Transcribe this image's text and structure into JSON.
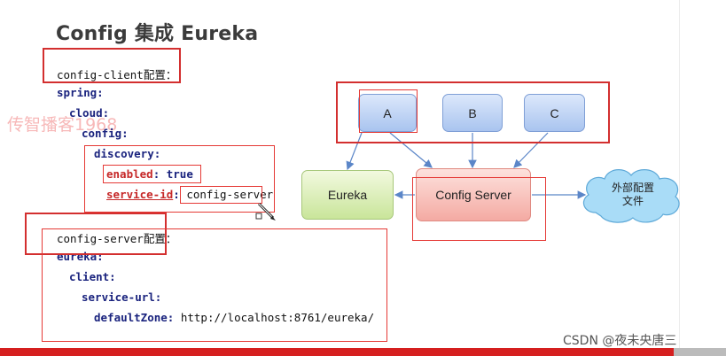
{
  "title": "Config 集成 Eureka",
  "watermark": "传智播客1968",
  "client_block": {
    "heading": "config-client配置：",
    "lines": [
      "spring:",
      "cloud:",
      "config:",
      "discovery:"
    ],
    "enabled_key": "enabled",
    "enabled_val": "true",
    "service_id_key": "service-id",
    "service_id_val": "config-server"
  },
  "server_block": {
    "heading": "config-server配置：",
    "lines": [
      "eureka:",
      "client:",
      "service-url:"
    ],
    "default_zone_key": "defaultZone",
    "default_zone_val": "http://localhost:8761/eureka/"
  },
  "diagram": {
    "node_a": "A",
    "node_b": "B",
    "node_c": "C",
    "eureka": "Eureka",
    "config_server": "Config Server",
    "external_line1": "外部配置",
    "external_line2": "文件"
  },
  "credit": "CSDN @夜未央唐三",
  "colors": {
    "highlight_red": "#e53935",
    "key_blue": "#1a237e",
    "bottom_bar": "#d51f1f"
  }
}
